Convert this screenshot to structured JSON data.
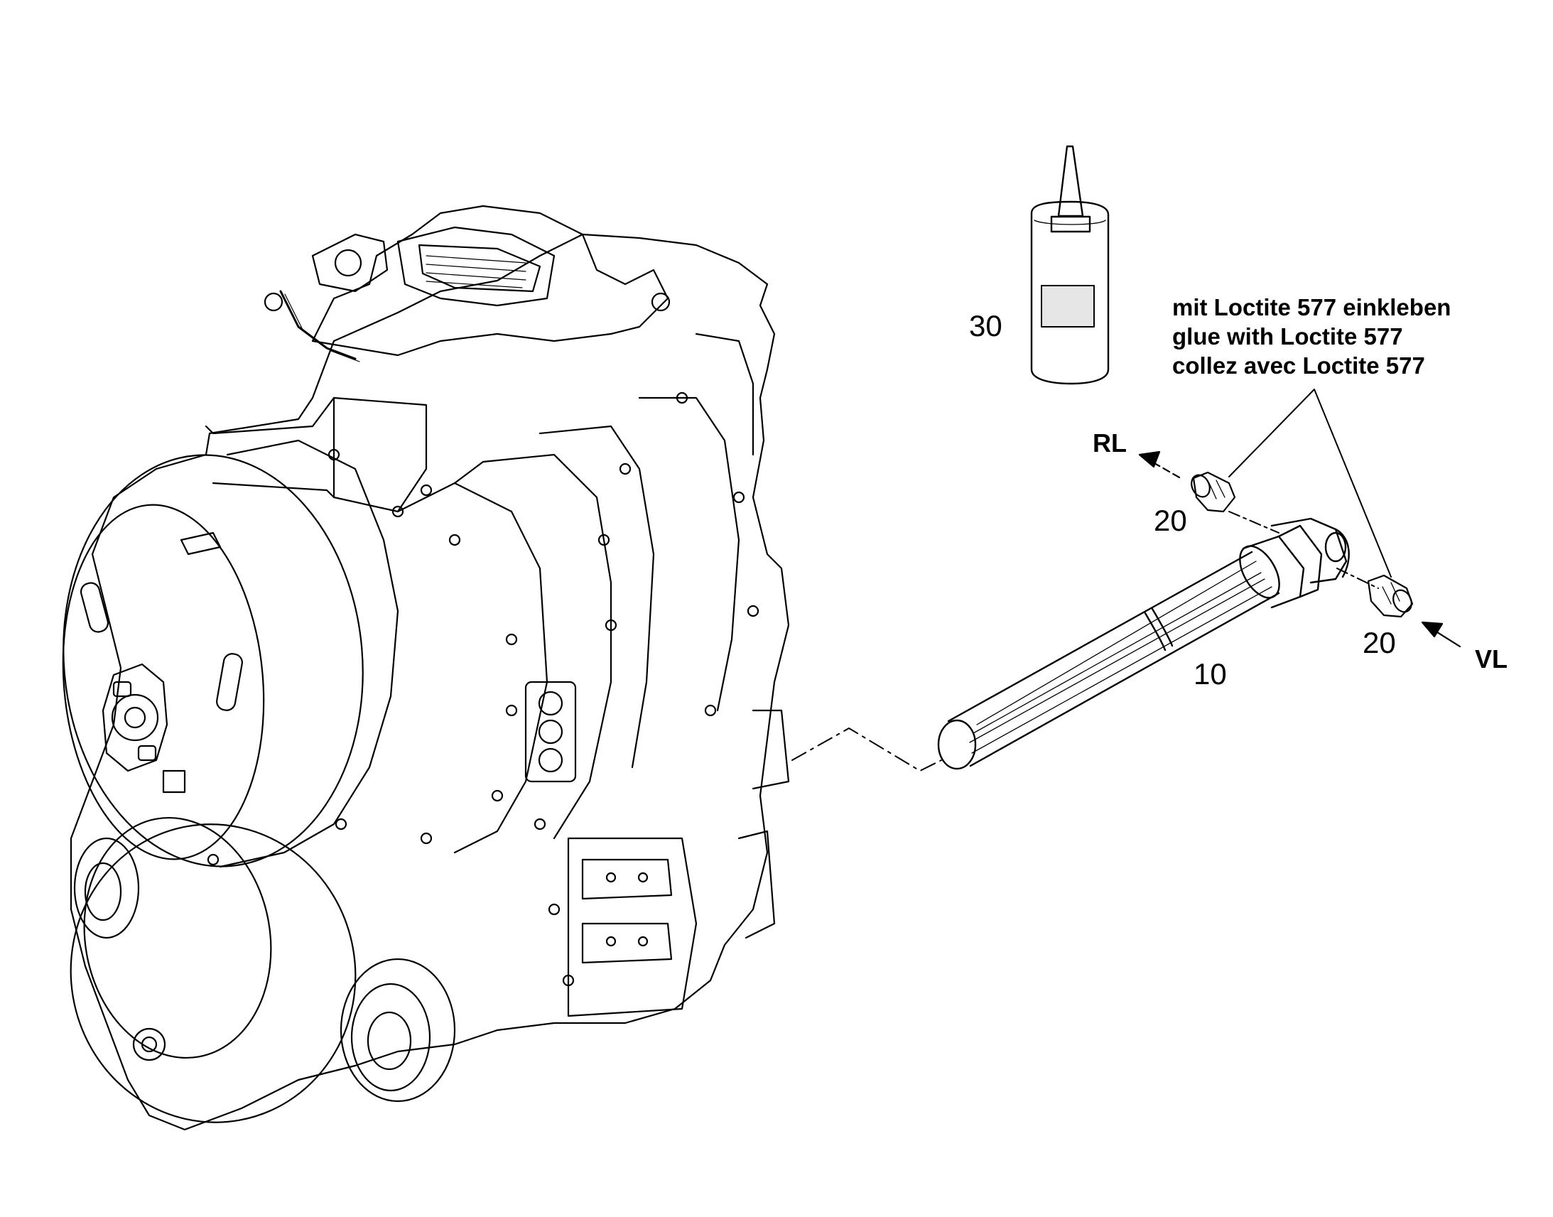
{
  "callouts": {
    "item_30": "30",
    "item_20_left": "20",
    "item_20_right": "20",
    "item_10": "10"
  },
  "flow_labels": {
    "return_line": "RL",
    "supply_line": "VL"
  },
  "instruction": {
    "de": "mit Loctite 577 einkleben",
    "en": "glue with Loctite 577",
    "fr": "collez avec Loctite 577"
  },
  "colors": {
    "line": "#000000",
    "background": "#ffffff",
    "label_fill": "#e6e6e6"
  }
}
